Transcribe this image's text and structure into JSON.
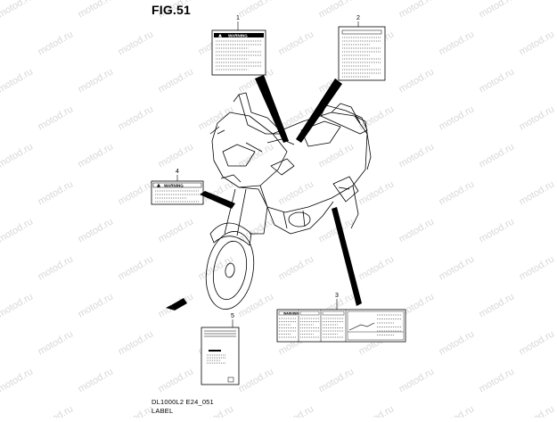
{
  "figure": {
    "title": "FIG.51",
    "code": "DL1000L2 E24_051",
    "section": "LABEL"
  },
  "watermark": {
    "text": "motod.ru",
    "color": "#d6d6d6"
  },
  "labels": [
    {
      "number": "1",
      "warning_text": "WARNING"
    },
    {
      "number": "2",
      "warning_text": ""
    },
    {
      "number": "3",
      "warning_text": "WARNING"
    },
    {
      "number": "4",
      "warning_text": "WARNING"
    },
    {
      "number": "5",
      "warning_text": ""
    }
  ],
  "colors": {
    "line": "#000000",
    "background": "#ffffff"
  }
}
